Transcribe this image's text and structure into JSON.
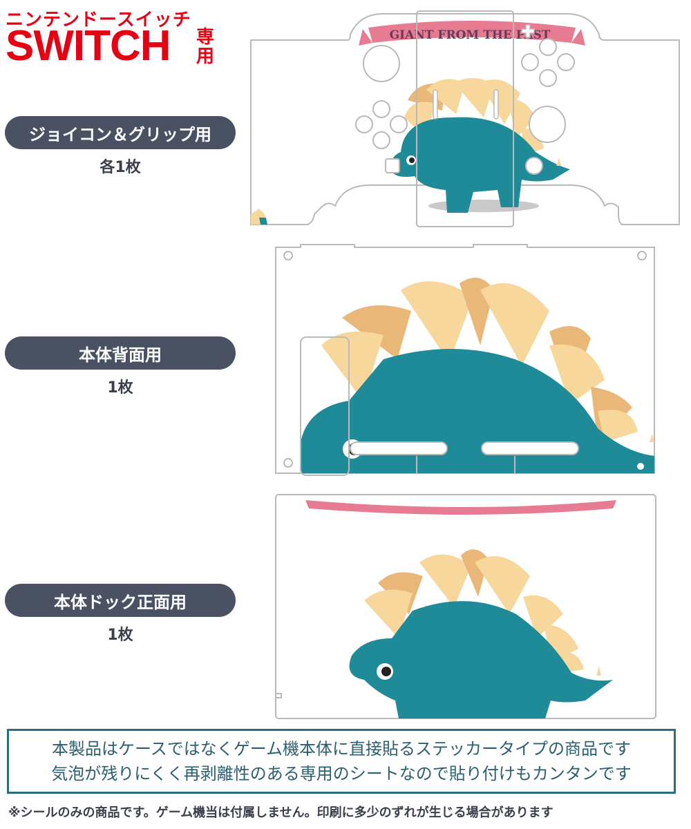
{
  "brand": {
    "subtitle": "ニンテンドースイッチ",
    "title": "SWITCH",
    "suffix": "専用"
  },
  "sections": [
    {
      "label": "ジョイコン＆グリップ用",
      "quantity": "各1枚"
    },
    {
      "label": "本体背面用",
      "quantity": "1枚"
    },
    {
      "label": "本体ドック正面用",
      "quantity": "1枚"
    }
  ],
  "artwork": {
    "banner_text": "GIANT FROM THE PAST",
    "colors": {
      "dino_body": "#1f8a98",
      "dino_plate_light": "#f7d79b",
      "dino_plate_dark": "#e9b777",
      "banner": "#e67b91",
      "outline": "#b9b9b9"
    }
  },
  "notice": {
    "line1": "本製品はケースではなくゲーム機本体に直接貼るステッカータイプの商品です",
    "line2": "気泡が残りにくく再剥離性のある専用のシートなので貼り付けもカンタンです"
  },
  "footnote": "※シールのみの商品です。ゲーム機当は付属しません。印刷に多少のずれが生じる場合があります"
}
